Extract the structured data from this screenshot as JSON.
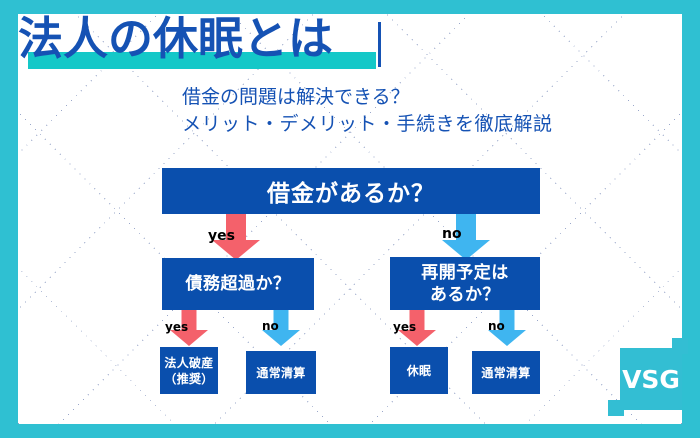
{
  "colors": {
    "border_teal": "#2fc0d2",
    "panel_bg": "#ffffff",
    "title_blue": "#1552b4",
    "title_highlight": "#14c8c8",
    "node_blue": "#0a4fad",
    "yes_arrow": "#f4616b",
    "no_arrow": "#3fb5f0",
    "label_text": "#000000",
    "logo_teal": "#33bed3"
  },
  "header": {
    "title": "法人の休眠とは",
    "subtitle_line1": "借金の問題は解決できる？",
    "subtitle_line2": "メリット・デメリット・手続きを徹底解説"
  },
  "flowchart": {
    "type": "decision-tree",
    "root": {
      "id": "q-debt",
      "label": "借金があるか？"
    },
    "level2": [
      {
        "id": "q-insolvent",
        "label": "債務超過か？",
        "from_branch": "yes"
      },
      {
        "id": "q-restart",
        "label": "再開予定は\nあるか？",
        "line1": "再開予定は",
        "line2": "あるか？",
        "from_branch": "no"
      }
    ],
    "level3": [
      {
        "id": "outcome-bankruptcy",
        "line1": "法人破産",
        "line2": "（推奨）",
        "parent": "q-insolvent",
        "from_branch": "yes"
      },
      {
        "id": "outcome-liquidation-1",
        "line1": "通常清算",
        "line2": "",
        "parent": "q-insolvent",
        "from_branch": "no"
      },
      {
        "id": "outcome-dormant",
        "line1": "休眠",
        "line2": "",
        "parent": "q-restart",
        "from_branch": "yes"
      },
      {
        "id": "outcome-liquidation-2",
        "line1": "通常清算",
        "line2": "",
        "parent": "q-restart",
        "from_branch": "no"
      }
    ],
    "branch_labels": {
      "yes": "yes",
      "no": "no"
    }
  },
  "logo": {
    "text": "VSG"
  }
}
